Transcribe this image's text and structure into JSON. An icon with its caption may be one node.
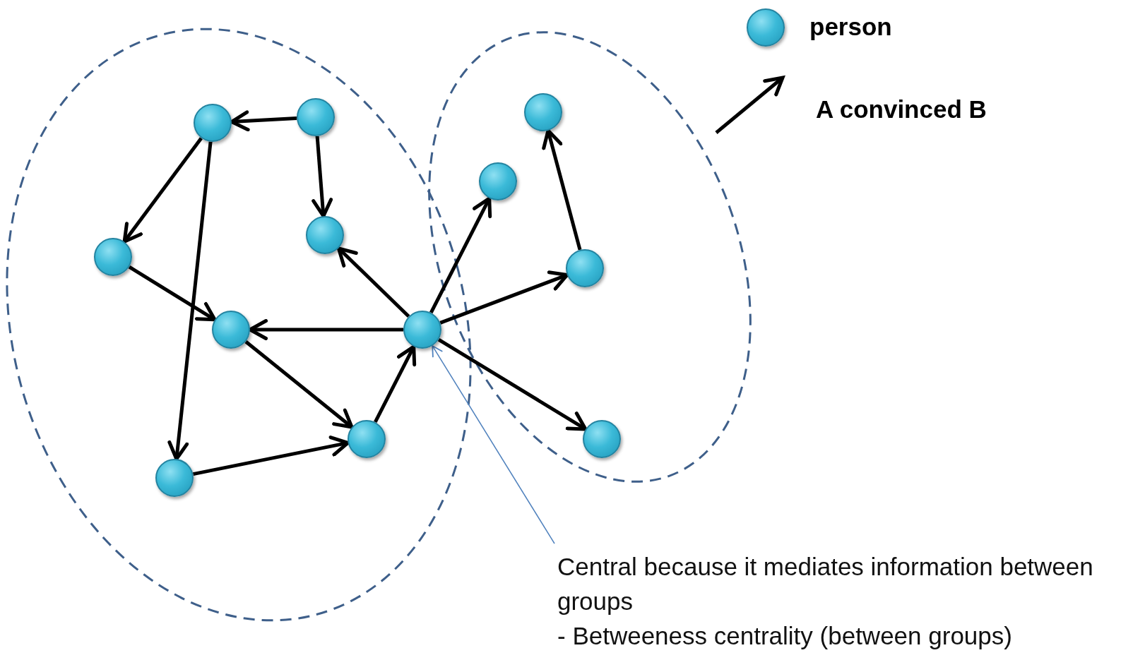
{
  "diagram": {
    "nodes": [
      {
        "text": [],
        "shape": "circle"
      },
      {
        "text": [],
        "shape": "circle"
      },
      {
        "text": [],
        "shape": "circle"
      },
      {
        "text": [],
        "shape": "circle"
      },
      {
        "text": [],
        "shape": "circle"
      },
      {
        "text": [],
        "shape": "circle"
      },
      {
        "text": [],
        "shape": "circle"
      },
      {
        "text": [],
        "shape": "circle"
      },
      {
        "text": [],
        "shape": "circle"
      },
      {
        "text": [],
        "shape": "circle"
      },
      {
        "text": [],
        "shape": "circle"
      },
      {
        "text": [],
        "shape": "circle"
      },
      {
        "text": [
          "Central because it mediates information between groups",
          "- Betweeness centrality (between groups)"
        ]
      }
    ],
    "edges": [
      {
        "from": 1,
        "to": 0,
        "arrow": "to"
      },
      {
        "from": 1,
        "to": 5,
        "arrow": "to"
      },
      {
        "from": 0,
        "to": 4,
        "arrow": "to"
      },
      {
        "from": 0,
        "to": 11,
        "arrow": "to"
      },
      {
        "from": 4,
        "to": 7,
        "arrow": "to"
      },
      {
        "from": 7,
        "to": 9,
        "arrow": "to"
      },
      {
        "from": 11,
        "to": 9,
        "arrow": "to"
      },
      {
        "from": 9,
        "to": 8,
        "arrow": "to"
      },
      {
        "from": 8,
        "to": 7,
        "arrow": "to"
      },
      {
        "from": 8,
        "to": 5,
        "arrow": "to"
      },
      {
        "from": 8,
        "to": 3,
        "arrow": "to"
      },
      {
        "from": 8,
        "to": 6,
        "arrow": "to"
      },
      {
        "from": 8,
        "to": 10,
        "arrow": "to"
      },
      {
        "from": 6,
        "to": 2,
        "arrow": "to"
      },
      {
        "from": 12,
        "to": 8,
        "arrow": "to",
        "color": "#4f81bd"
      }
    ],
    "legend": [
      {
        "text": "person"
      },
      {
        "text": "A convinced B"
      }
    ]
  }
}
